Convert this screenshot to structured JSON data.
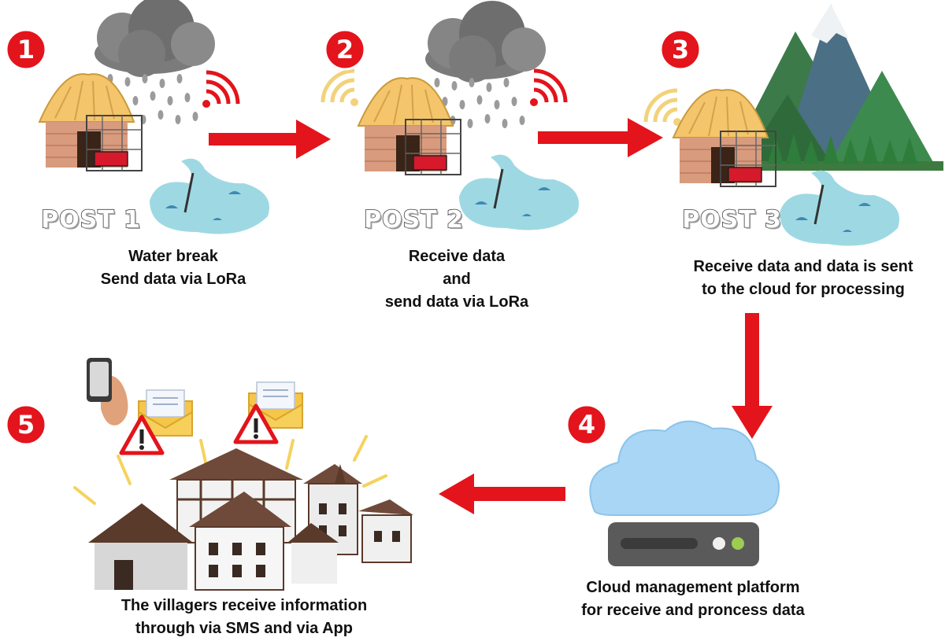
{
  "steps": [
    {
      "number": "1",
      "title": "POST 1",
      "lines": [
        "Water break",
        "Send data via LoRa"
      ]
    },
    {
      "number": "2",
      "title": "POST 2",
      "lines": [
        "Receive data",
        "and",
        "send data via LoRa"
      ]
    },
    {
      "number": "3",
      "title": "POST 3",
      "lines": [
        "Receive data and  data is sent",
        "to the cloud for processing"
      ]
    },
    {
      "number": "4",
      "lines": [
        "Cloud management platform",
        "for receive and proncess data"
      ]
    },
    {
      "number": "5",
      "lines": [
        "The villagers receive information",
        "through via SMS and via App"
      ]
    }
  ],
  "colors": {
    "accent": "#e3141b",
    "cloud": "#a9d6f5",
    "water": "#9ed9e3",
    "roof": "#f4c56b"
  }
}
